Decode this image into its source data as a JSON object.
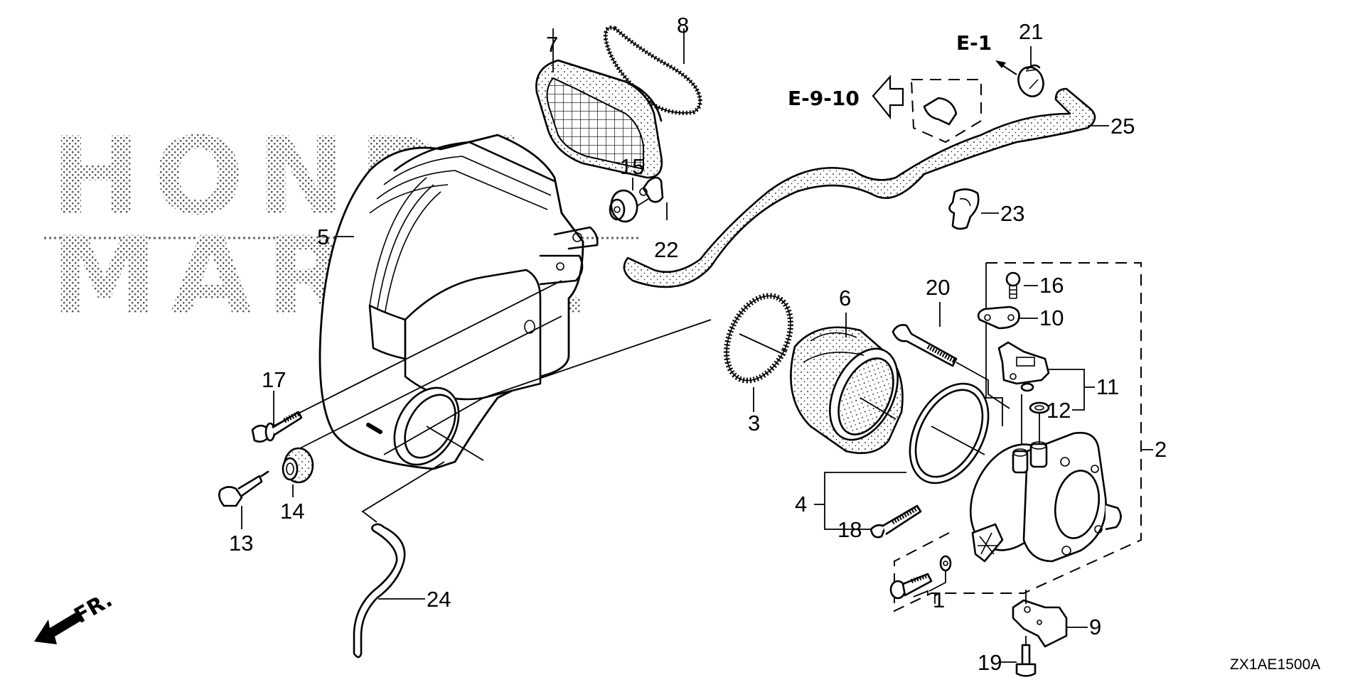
{
  "diagram": {
    "title_code": "ZX1AE1500A",
    "watermark": {
      "line1": "HONDA",
      "line2": "MARINE"
    },
    "direction_indicator": {
      "label": "FR.",
      "icon": "front-arrow-icon"
    },
    "references": [
      {
        "id": "ref-e1",
        "label": "E-1",
        "icon": "arrow-icon"
      },
      {
        "id": "ref-e910",
        "label": "E-9-10",
        "icon": "hollow-arrow-left-icon"
      }
    ],
    "callouts": {
      "c1": "1",
      "c2": "2",
      "c3": "3",
      "c4": "4",
      "c5": "5",
      "c6": "6",
      "c7": "7",
      "c8": "8",
      "c9": "9",
      "c10": "10",
      "c11": "11",
      "c12": "12",
      "c13": "13",
      "c14": "14",
      "c15": "15",
      "c16": "16",
      "c17": "17",
      "c18": "18",
      "c19": "19",
      "c20": "20",
      "c21": "21",
      "c22": "22",
      "c23": "23",
      "c24": "24",
      "c25": "25"
    },
    "parts": [
      {
        "ref": "1",
        "name": "screw-washer-set"
      },
      {
        "ref": "2",
        "name": "throttle-body-assembly"
      },
      {
        "ref": "3",
        "name": "hose-clamp-band"
      },
      {
        "ref": "4",
        "name": "clamp-set"
      },
      {
        "ref": "5",
        "name": "air-cleaner-case"
      },
      {
        "ref": "6",
        "name": "intake-tube"
      },
      {
        "ref": "7",
        "name": "air-cleaner-element"
      },
      {
        "ref": "8",
        "name": "case-seal"
      },
      {
        "ref": "9",
        "name": "stay-bracket"
      },
      {
        "ref": "10",
        "name": "plate"
      },
      {
        "ref": "11",
        "name": "sensor-assembly"
      },
      {
        "ref": "12",
        "name": "o-ring"
      },
      {
        "ref": "13",
        "name": "grommet-pin"
      },
      {
        "ref": "14",
        "name": "mounting-rubber"
      },
      {
        "ref": "15",
        "name": "mounting-rubber"
      },
      {
        "ref": "16",
        "name": "screw"
      },
      {
        "ref": "17",
        "name": "flange-bolt"
      },
      {
        "ref": "18",
        "name": "flange-bolt"
      },
      {
        "ref": "19",
        "name": "flange-bolt"
      },
      {
        "ref": "20",
        "name": "flange-bolt-long"
      },
      {
        "ref": "21",
        "name": "hose-clip"
      },
      {
        "ref": "22",
        "name": "collar"
      },
      {
        "ref": "23",
        "name": "hose-clamp"
      },
      {
        "ref": "24",
        "name": "drain-tube"
      },
      {
        "ref": "25",
        "name": "breather-hose"
      }
    ]
  }
}
